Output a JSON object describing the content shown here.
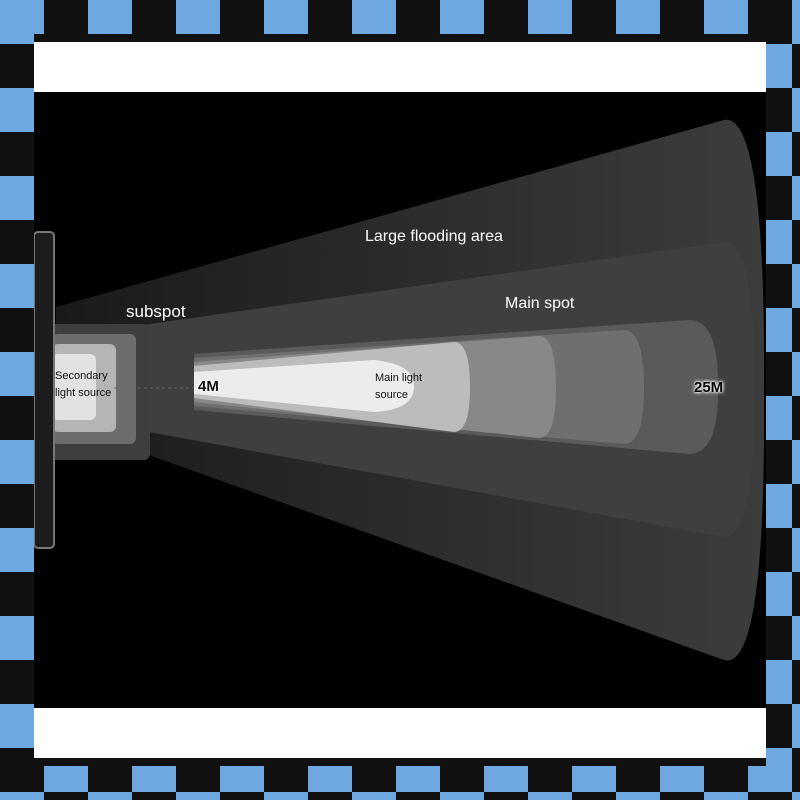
{
  "diagram": {
    "labels": {
      "large_flooding_area": "Large flooding area",
      "subspot": "subspot",
      "main_spot": "Main spot",
      "secondary_light_source": "Secondary\nlight source",
      "main_light_source": "Main light\nsource",
      "near_distance": "4M",
      "far_distance": "25M"
    },
    "colors": {
      "background": "#000000",
      "flood_area": "#3a3a3a",
      "main_spot_outer": "#555555",
      "main_spot_inner": "#e6e6e6",
      "subspot": "#4a4a4a",
      "border_band": "#ffffff",
      "frame_pattern": "#6fa8e0"
    }
  }
}
